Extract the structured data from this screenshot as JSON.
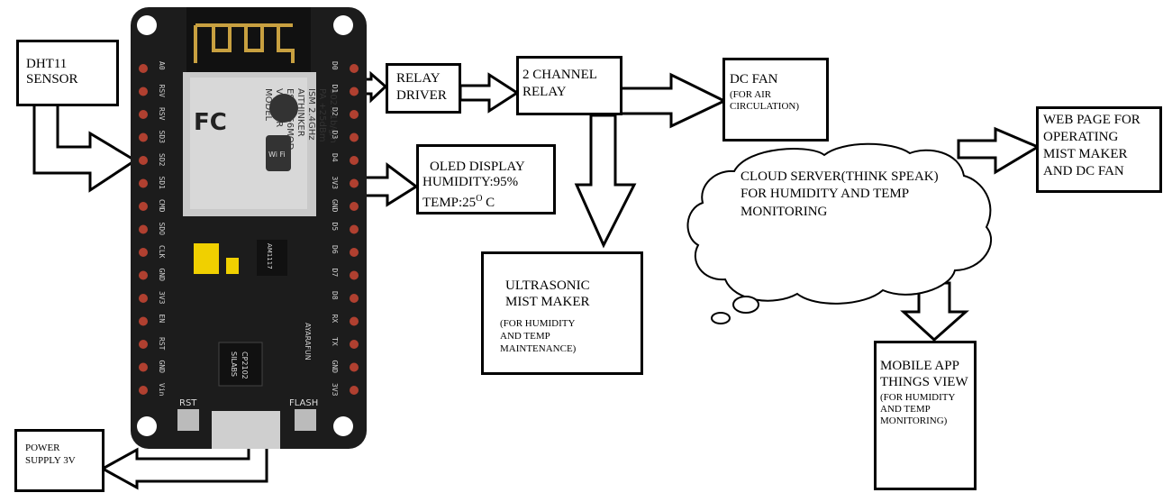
{
  "board": {
    "left_pins": [
      "A0",
      "RSV",
      "RSV",
      "SD3",
      "SD2",
      "SD1",
      "CMD",
      "SDO",
      "CLK",
      "GND",
      "3V3",
      "EN",
      "RST",
      "GND",
      "Vin"
    ],
    "right_pins": [
      "D0",
      "D1",
      "D2",
      "D3",
      "D4",
      "3V3",
      "GND",
      "D5",
      "D6",
      "D7",
      "D8",
      "RX",
      "TX",
      "GND",
      "3V3"
    ],
    "module_text": [
      "MODEL",
      "VENDOR",
      "ESP8266MOD",
      "AITHINKER",
      "ISM 2.4GHz",
      "PA +25dBm",
      "802.11b/g/n"
    ],
    "fc_logo": "FC",
    "wifi_logo": "Wi Fi",
    "regulator": "AM1117",
    "usb_chip": [
      "SILABS",
      "CP2102"
    ],
    "brand": "AYARAFUN",
    "rst_label": "RST",
    "flash_label": "FLASH"
  },
  "blocks": {
    "dht11": [
      "DHT11",
      "SENSOR"
    ],
    "relay_driver": [
      "RELAY",
      "DRIVER"
    ],
    "relay": [
      "2 CHANNEL",
      "RELAY"
    ],
    "dc_fan": {
      "title": "DC FAN",
      "sub": [
        "(FOR AIR",
        "CIRCULATION)"
      ]
    },
    "oled": {
      "line1": "OLED DISPLAY",
      "line2": "HUMIDITY:95%",
      "line3a": "TEMP:25",
      "line3sup": "O",
      "line3b": " C"
    },
    "mist": {
      "title": [
        "ULTRASONIC",
        "MIST MAKER"
      ],
      "sub": [
        "(FOR HUMIDITY",
        "AND TEMP",
        "MAINTENANCE)"
      ]
    },
    "cloud": [
      "CLOUD SERVER(THINK SPEAK)",
      "FOR HUMIDITY AND TEMP",
      "MONITORING"
    ],
    "web": [
      "WEB PAGE FOR",
      "OPERATING",
      "MIST MAKER",
      "AND DC FAN"
    ],
    "mobile": {
      "title": [
        "MOBILE APP",
        "THINGS VIEW"
      ],
      "sub": [
        "(FOR HUMIDITY",
        "AND TEMP",
        "MONITORING)"
      ]
    },
    "power": [
      "POWER",
      "SUPPLY 3V"
    ]
  }
}
